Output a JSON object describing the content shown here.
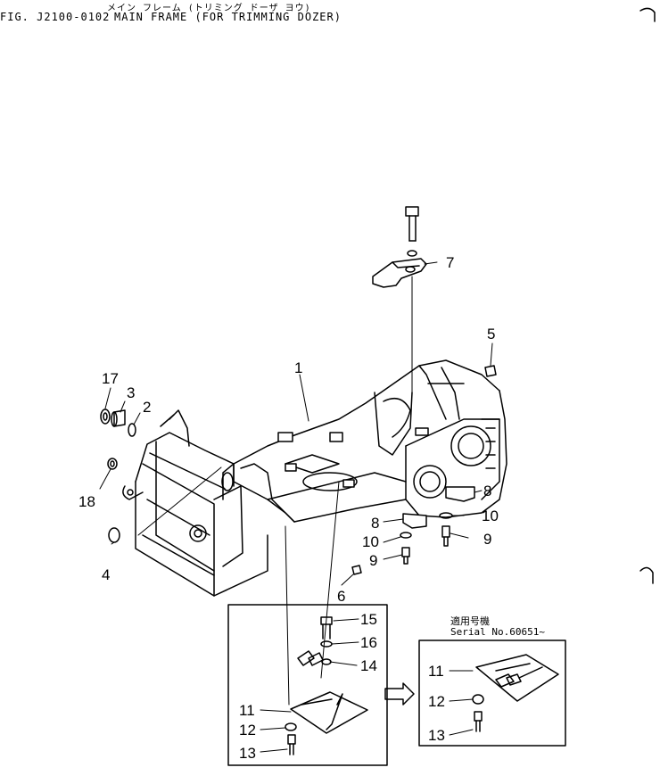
{
  "header": {
    "japanese_title": "メイン フレーム (トリミング ドーザ ヨウ)",
    "fig_no": "FIG. J2100-0102",
    "title": "MAIN FRAME (FOR TRIMMING DOZER)"
  },
  "serial_note": {
    "japanese": "適用号機",
    "serial": "Serial No.60651~"
  },
  "callouts": {
    "c1": "1",
    "c2": "2",
    "c3": "3",
    "c4": "4",
    "c5": "5",
    "c6": "6",
    "c7": "7",
    "c8a": "8",
    "c8b": "8",
    "c9a": "9",
    "c9b": "9",
    "c10a": "10",
    "c10b": "10",
    "c11a": "11",
    "c11b": "11",
    "c12a": "12",
    "c12b": "12",
    "c13a": "13",
    "c13b": "13",
    "c14": "14",
    "c15": "15",
    "c16": "16",
    "c17": "17",
    "c18": "18"
  }
}
